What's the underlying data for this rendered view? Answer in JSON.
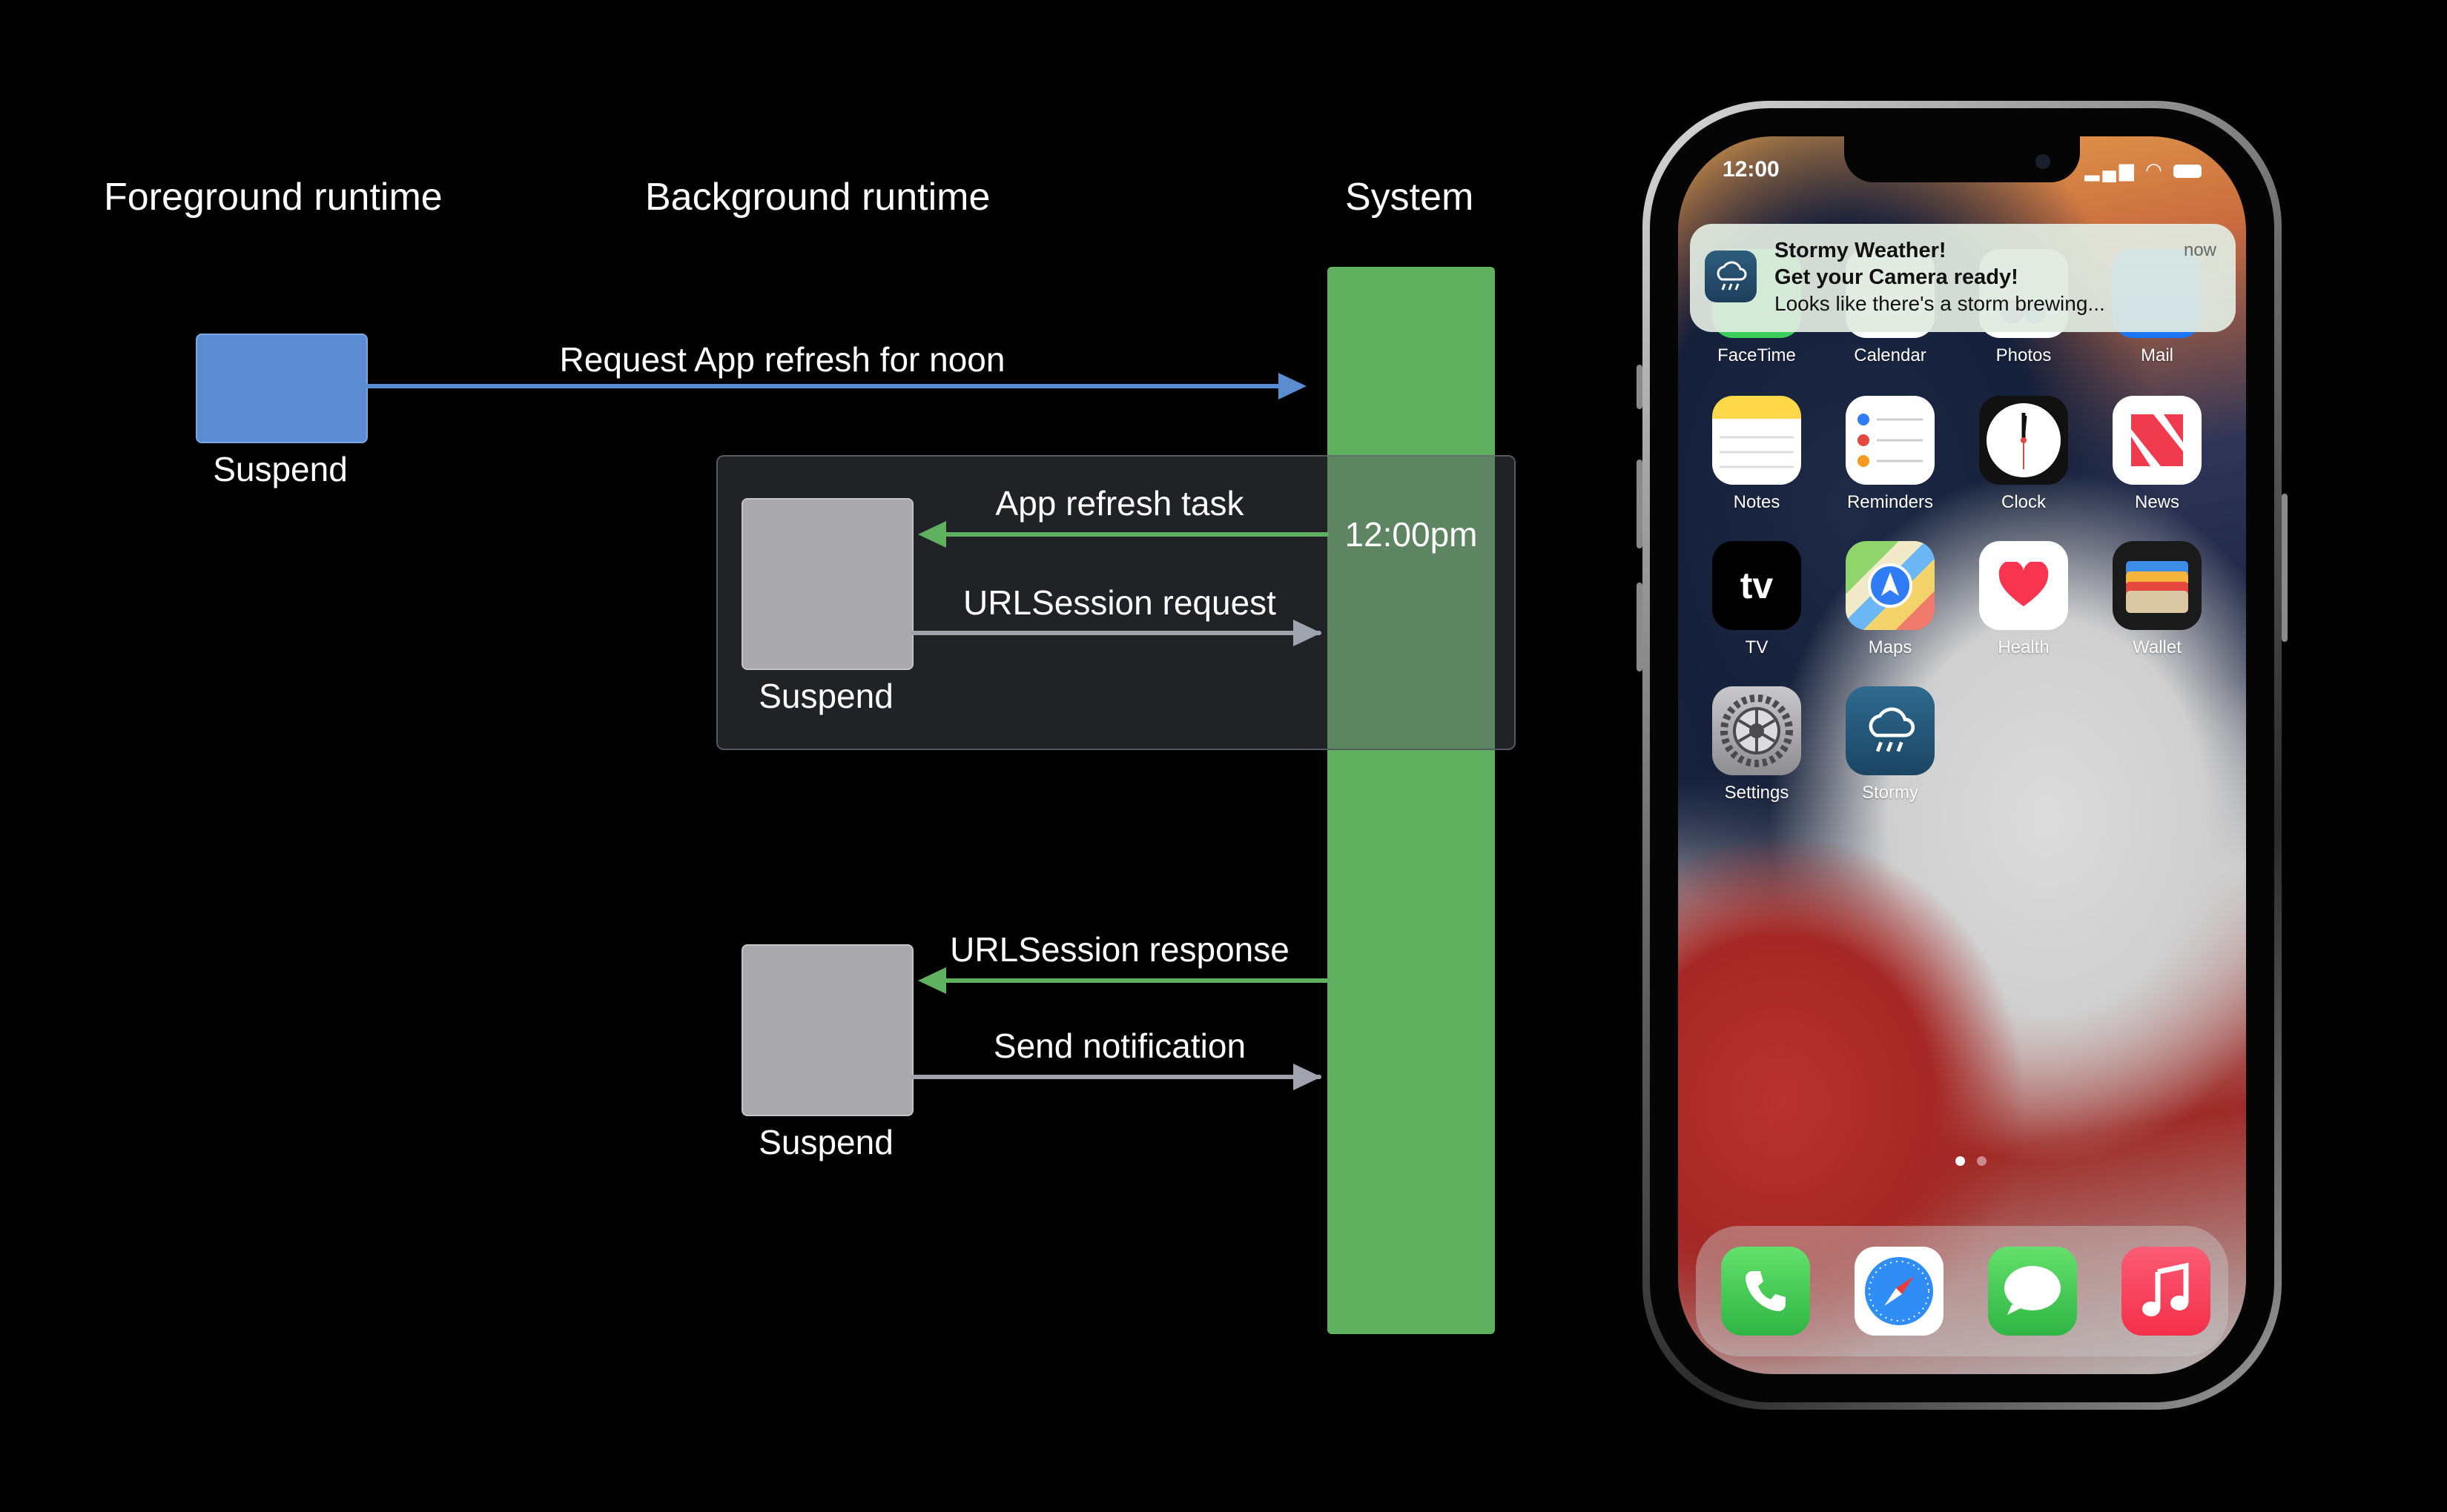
{
  "columns": {
    "foreground": "Foreground runtime",
    "background": "Background runtime",
    "system": "System"
  },
  "flows": {
    "request_app_refresh": "Request App refresh for noon",
    "app_refresh_task": "App refresh task",
    "urlsession_request": "URLSession request",
    "urlsession_response": "URLSession response",
    "send_notification": "Send notification",
    "system_time": "12:00pm"
  },
  "states": {
    "suspend_1": "Suspend",
    "suspend_2": "Suspend",
    "suspend_3": "Suspend"
  },
  "colors": {
    "foreground_block": "#5b8bd0",
    "background_block": "#a9a9ad",
    "system_bar": "#5fb15f",
    "blue_arrow": "#5b8bd0",
    "green_arrow": "#5fb15f",
    "gray_arrow": "#9ea3ad"
  },
  "phone": {
    "status_time": "12:00",
    "notification": {
      "title": "Stormy Weather!",
      "subtitle": "Get your Camera ready!",
      "body": "Looks like there's a storm brewing...",
      "time": "now",
      "icon": "rain-cloud-icon"
    },
    "apps": [
      {
        "name": "FaceTime",
        "icon": "facetime-icon"
      },
      {
        "name": "Calendar",
        "icon": "calendar-icon"
      },
      {
        "name": "Photos",
        "icon": "photos-icon"
      },
      {
        "name": "Mail",
        "icon": "mail-icon"
      },
      {
        "name": "Notes",
        "icon": "notes-icon"
      },
      {
        "name": "Reminders",
        "icon": "reminders-icon"
      },
      {
        "name": "Clock",
        "icon": "clock-icon"
      },
      {
        "name": "News",
        "icon": "news-icon"
      },
      {
        "name": "TV",
        "icon": "tv-icon"
      },
      {
        "name": "Maps",
        "icon": "maps-icon"
      },
      {
        "name": "Health",
        "icon": "health-icon"
      },
      {
        "name": "Wallet",
        "icon": "wallet-icon"
      },
      {
        "name": "Settings",
        "icon": "settings-icon"
      },
      {
        "name": "Stormy",
        "icon": "stormy-icon"
      }
    ],
    "tv_glyph": "tv",
    "dock": [
      "phone-icon",
      "safari-icon",
      "messages-icon",
      "music-icon"
    ]
  }
}
